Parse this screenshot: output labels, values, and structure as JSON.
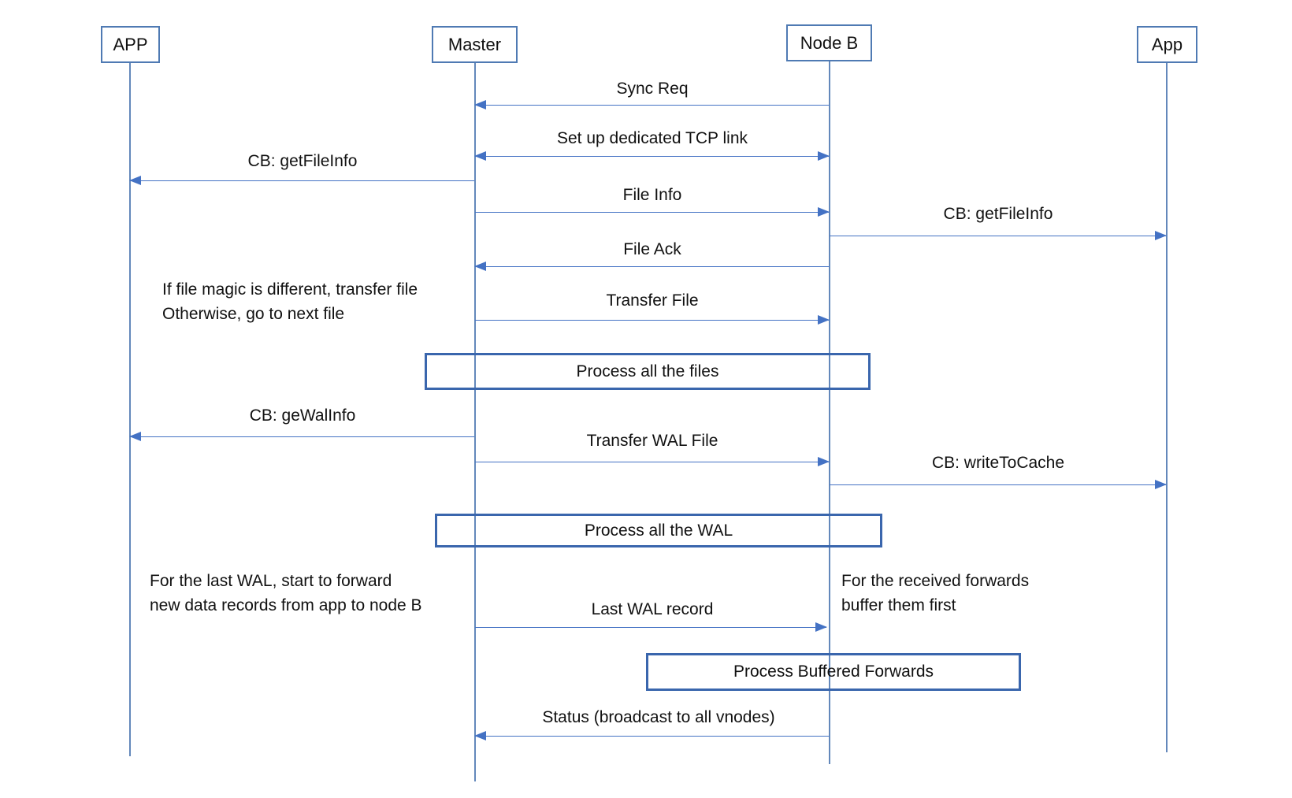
{
  "colors": {
    "accent": "#4472C4",
    "box_border": "#3a66ad",
    "lifeline": "#6388bb"
  },
  "actors": [
    {
      "label": "APP"
    },
    {
      "label": "Master"
    },
    {
      "label": "Node B"
    },
    {
      "label": "App"
    }
  ],
  "messages": {
    "sync_req": "Sync Req",
    "tcp_link": "Set up dedicated TCP link",
    "cb_get_file_info_left": "CB: getFileInfo",
    "file_info": "File Info",
    "cb_get_file_info_right": "CB: getFileInfo",
    "file_ack": "File Ack",
    "transfer_file": "Transfer File",
    "cb_ge_wal_info": "CB: geWalInfo",
    "transfer_wal_file": "Transfer WAL File",
    "cb_write_to_cache": "CB: writeToCache",
    "last_wal_record": "Last WAL record",
    "status_broadcast": "Status (broadcast to all vnodes)"
  },
  "process_boxes": {
    "files": "Process all the files",
    "wal": "Process all the WAL",
    "buffered_forwards": "Process Buffered Forwards"
  },
  "notes": {
    "file_magic_line1": "If file magic is different, transfer file",
    "file_magic_line2": "Otherwise, go to next file",
    "last_wal_line1": "For the last WAL, start to forward",
    "last_wal_line2": "new data records from app to node B",
    "received_line1": "For the received forwards",
    "received_line2": "buffer them first"
  }
}
